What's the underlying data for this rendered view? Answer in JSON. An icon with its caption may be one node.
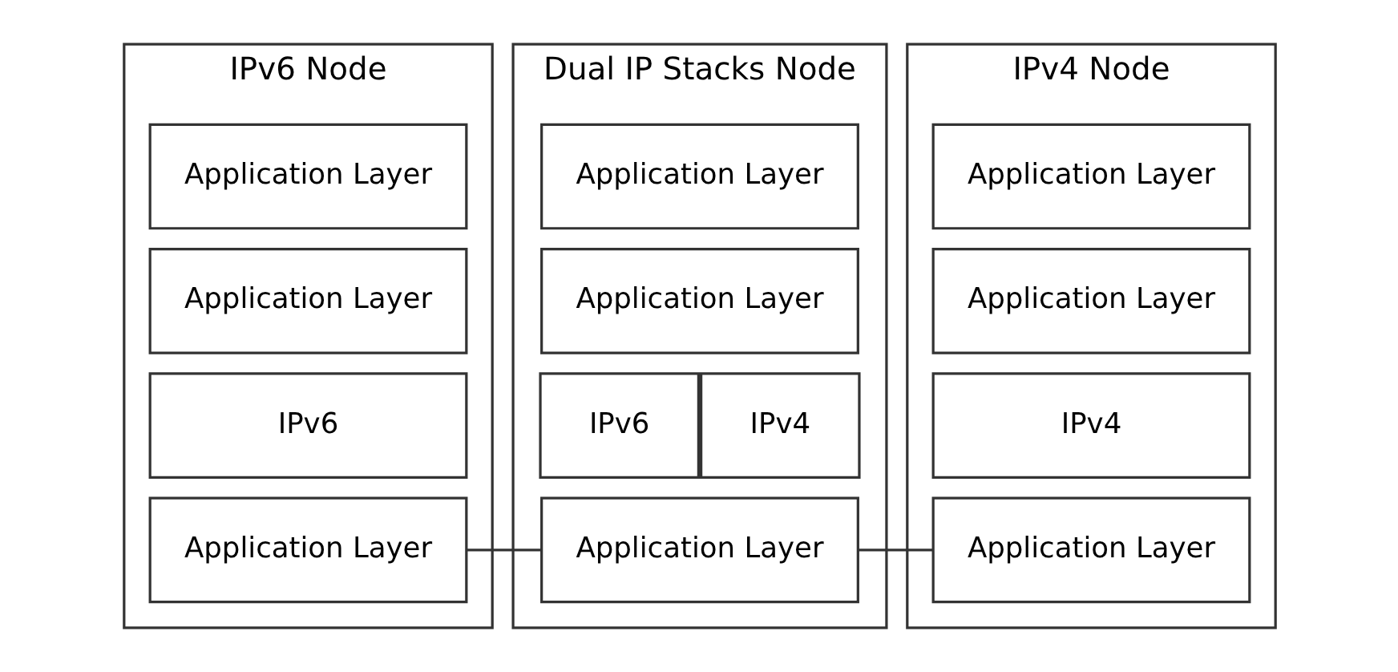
{
  "diagram": {
    "nodes": [
      {
        "text": [
          "IPv6 Node"
        ]
      },
      {
        "text": [
          "Application Layer"
        ],
        "in": 0
      },
      {
        "text": [
          "Application Layer"
        ],
        "in": 0
      },
      {
        "text": [
          "IPv6"
        ],
        "in": 0
      },
      {
        "text": [
          "Application Layer"
        ],
        "in": 0
      },
      {
        "text": [
          "Dual IP Stacks Node"
        ]
      },
      {
        "text": [
          "Application Layer"
        ],
        "in": 5
      },
      {
        "text": [
          "Application Layer"
        ],
        "in": 5
      },
      {
        "text": [
          "IPv6"
        ],
        "in": 5
      },
      {
        "text": [
          "IPv4"
        ],
        "in": 5
      },
      {
        "text": [
          "Application Layer"
        ],
        "in": 5
      },
      {
        "text": [
          "IPv4 Node"
        ]
      },
      {
        "text": [
          "Application Layer"
        ],
        "in": 11
      },
      {
        "text": [
          "Application Layer"
        ],
        "in": 11
      },
      {
        "text": [
          "IPv4"
        ],
        "in": 11
      },
      {
        "text": [
          "Application Layer"
        ],
        "in": 11
      }
    ],
    "edges": [
      {
        "from": 4,
        "to": 10,
        "arrow": "none"
      },
      {
        "from": 10,
        "to": 15,
        "arrow": "none"
      }
    ]
  }
}
